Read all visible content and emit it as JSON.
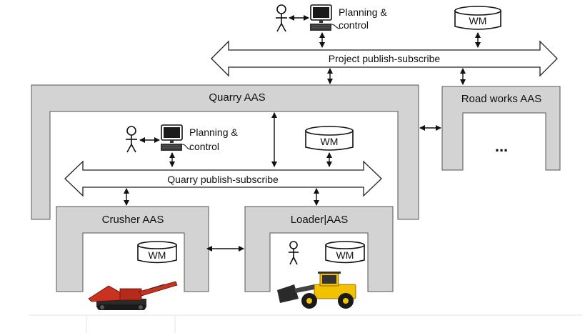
{
  "top": {
    "planning_line1": "Planning &",
    "planning_line2": "control",
    "wm": "WM",
    "bus_label": "Project publish-subscribe"
  },
  "quarry": {
    "title": "Quarry AAS",
    "planning_line1": "Planning &",
    "planning_line2": "control",
    "wm": "WM",
    "bus_label": "Quarry publish-subscribe"
  },
  "road_works": {
    "title": "Road works AAS",
    "ellipsis": "..."
  },
  "crusher": {
    "title": "Crusher AAS",
    "wm": "WM"
  },
  "loader": {
    "title": "Loader|AAS",
    "wm": "WM"
  },
  "colors": {
    "box_fill": "#d3d3d3",
    "stroke": "#222222",
    "loader_yellow": "#f2c200",
    "crusher_red": "#c8321e"
  }
}
